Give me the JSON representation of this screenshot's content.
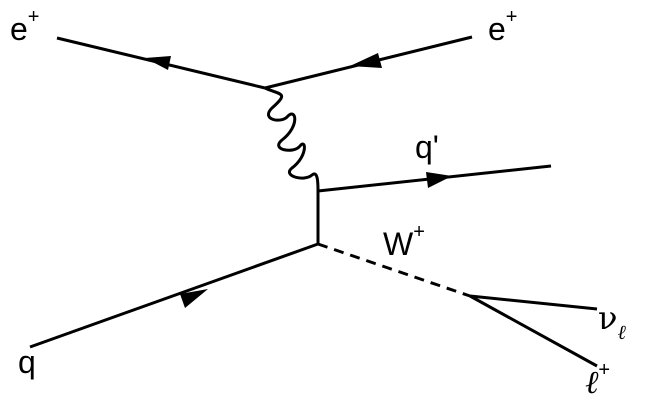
{
  "labels": {
    "e_in": {
      "base": "e",
      "sup": "+"
    },
    "e_out": {
      "base": "e",
      "sup": "+"
    },
    "q_prime": {
      "base": "q'"
    },
    "w_boson": {
      "base": "W",
      "sup": "+"
    },
    "quark": {
      "base": "q"
    },
    "neutrino": {
      "base": "ν",
      "sub": "ℓ"
    },
    "lepton": {
      "base": "ℓ",
      "sup": "+"
    }
  },
  "colors": {
    "line": "#000000",
    "background": "#ffffff"
  }
}
